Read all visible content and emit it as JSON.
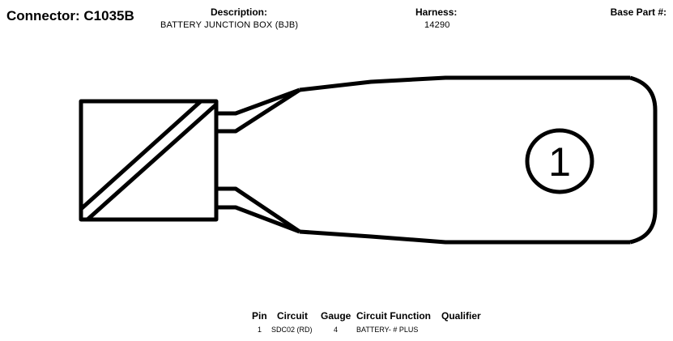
{
  "header": {
    "connector_label": "Connector: C1035B",
    "description_label": "Description:",
    "description_value": "BATTERY JUNCTION BOX (BJB)",
    "harness_label": "Harness:",
    "harness_value": "14290",
    "base_part_label": "Base Part #:"
  },
  "diagram": {
    "pin_marker": "1"
  },
  "table": {
    "headers": {
      "pin": "Pin",
      "circuit": "Circuit",
      "gauge": "Gauge",
      "function": "Circuit Function",
      "qualifier": "Qualifier"
    },
    "rows": [
      {
        "pin": "1",
        "circuit": "SDC02 (RD)",
        "gauge": "4",
        "function": "BATTERY- # PLUS",
        "qualifier": ""
      }
    ]
  },
  "colors": {
    "line": "#000000",
    "background": "#ffffff"
  }
}
